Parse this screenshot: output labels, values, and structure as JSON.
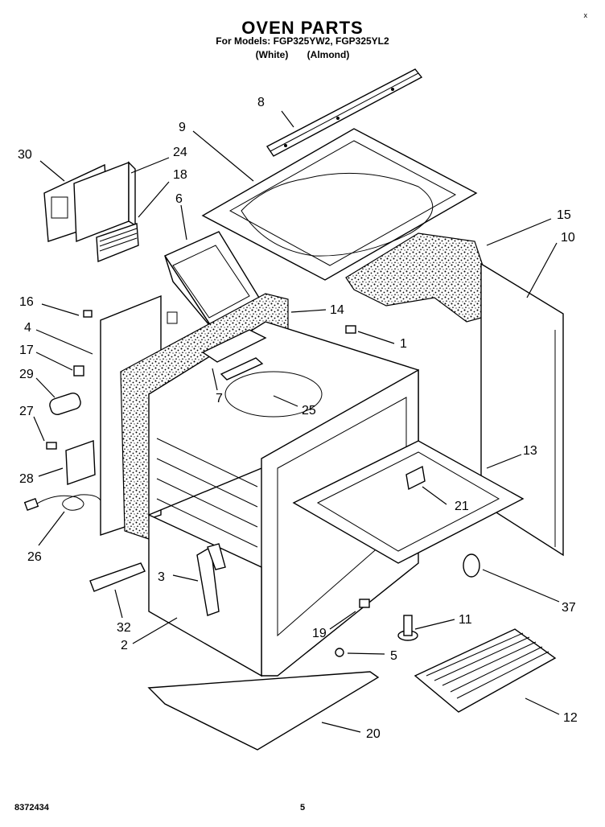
{
  "header": {
    "title": "OVEN PARTS",
    "models_line": "For Models: FGP325YW2, FGP325YL2",
    "colors_line": "(White)       (Almond)",
    "corner_mark": "x"
  },
  "footer": {
    "doc_number": "8372434",
    "page_number": "5"
  },
  "callouts": {
    "c1": "1",
    "c2": "2",
    "c3": "3",
    "c4": "4",
    "c5": "5",
    "c6": "6",
    "c7": "7",
    "c8": "8",
    "c9": "9",
    "c10": "10",
    "c11": "11",
    "c12": "12",
    "c13": "13",
    "c14": "14",
    "c15": "15",
    "c16": "16",
    "c17": "17",
    "c18": "18",
    "c19": "19",
    "c20": "20",
    "c21": "21",
    "c24": "24",
    "c25": "25",
    "c26": "26",
    "c27": "27",
    "c28": "28",
    "c29": "29",
    "c30": "30",
    "c32": "32",
    "c37": "37"
  }
}
